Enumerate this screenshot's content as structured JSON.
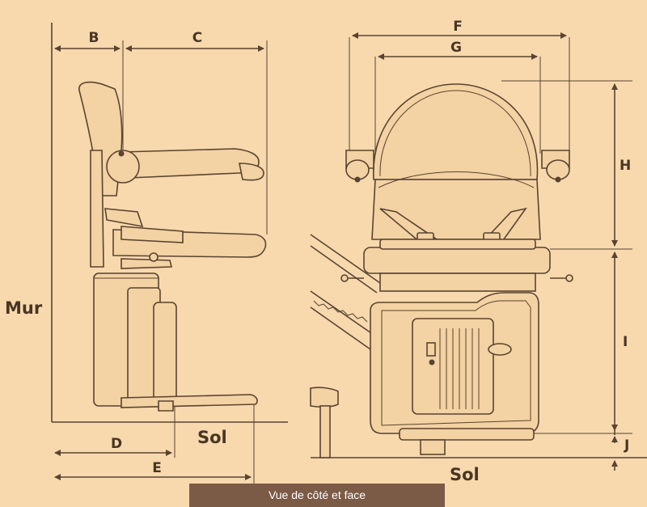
{
  "labels": {
    "B": "B",
    "C": "C",
    "D": "D",
    "E": "E",
    "F": "F",
    "G": "G",
    "H": "H",
    "I": "I",
    "J": "J",
    "wall": "Mur",
    "floor_side": "Sol",
    "floor_front": "Sol"
  },
  "caption": "Vue de côté et face",
  "colors": {
    "background": "#f7d9ad",
    "ink": "#5b4331",
    "caption_bg": "#7b5a46",
    "caption_text": "#ffffff"
  }
}
